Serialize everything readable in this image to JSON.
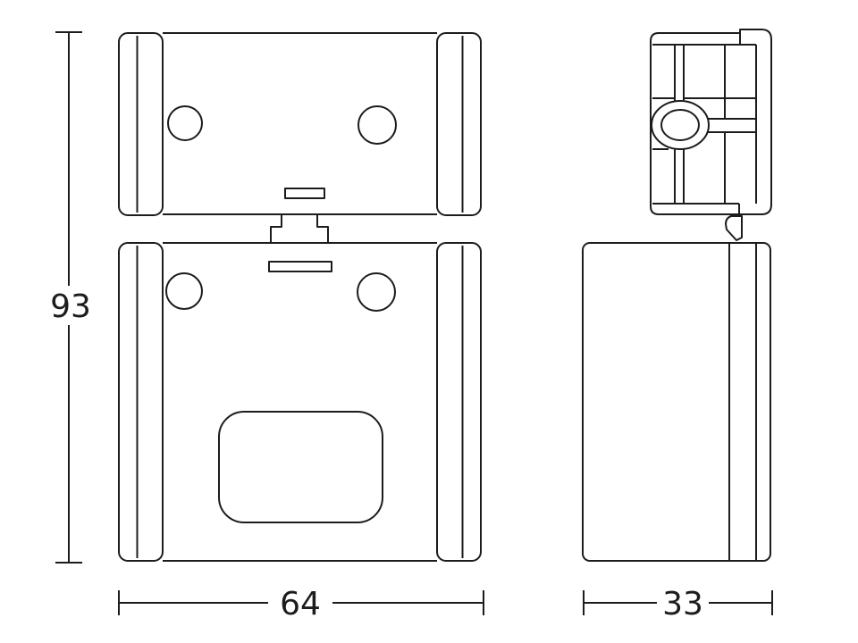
{
  "drawing": {
    "background_color": "#ffffff",
    "line_color": "#1c1c1c",
    "dimensions": {
      "height": "93",
      "width": "64",
      "depth": "33"
    }
  }
}
